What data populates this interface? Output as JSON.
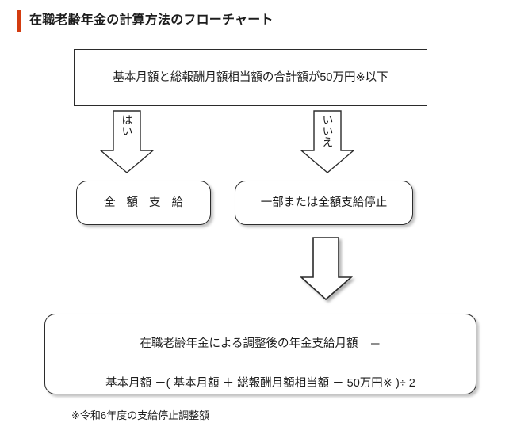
{
  "page": {
    "title": "在職老齢年金の計算方法のフローチャート",
    "accent_color": "#d33c10",
    "background_color": "#ffffff",
    "stroke_color": "#2b2b2b"
  },
  "flowchart": {
    "question_box": {
      "text": "基本月額と総報酬月額相当額の合計額が50万円※以下",
      "shape": "rectangle"
    },
    "branches": [
      {
        "arrow_label": "はい",
        "result_box": {
          "text": "全 額 支 給",
          "shape": "rounded-rectangle"
        }
      },
      {
        "arrow_label": "いいえ",
        "result_box": {
          "text": "一部または全額支給停止",
          "shape": "rounded-rectangle"
        }
      }
    ],
    "connector_arrow": {
      "label": "",
      "name": "arrow-to-formula"
    },
    "formula_box": {
      "line1": "在職老齢年金による調整後の年金支給月額　＝",
      "line2": "基本月額 －( 基本月額 ＋ 総報酬月額相当額 － 50万円※ )÷ 2",
      "shape": "rounded-rectangle"
    }
  },
  "footnote": {
    "text": "※令和6年度の支給停止調整額"
  }
}
